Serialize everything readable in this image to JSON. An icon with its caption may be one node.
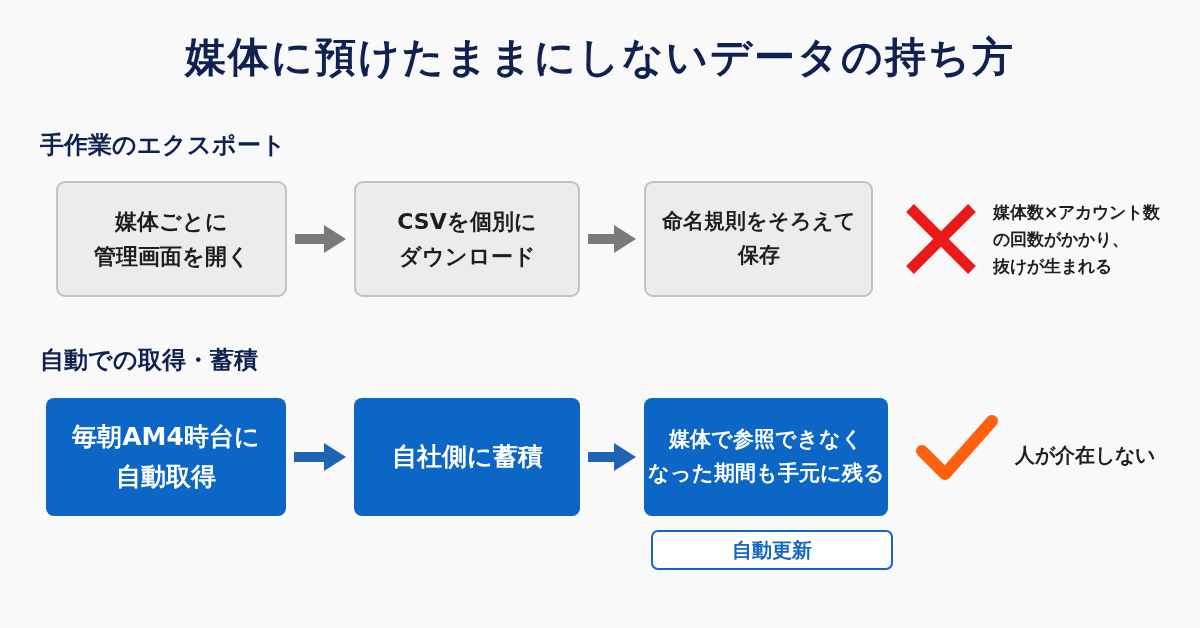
{
  "diagram": {
    "title": "媒体に預けたままにしないデータの持ち方",
    "nodes": [
      {
        "text": [
          "媒体ごとに管理画面を開く"
        ]
      },
      {
        "text": [
          "CSVを個別にダウンロード"
        ]
      },
      {
        "text": [
          "命名規則をそろえて保存"
        ]
      },
      {
        "text": [
          "毎朝AM4時台に自動取得"
        ]
      },
      {
        "text": [
          "自社側に蓄積"
        ]
      },
      {
        "text": [
          "媒体で参照できなくなった期間も手元に残る"
        ]
      },
      {
        "text": [
          "自動更新"
        ]
      }
    ],
    "edges": [
      {
        "from": 0,
        "to": 1,
        "arrow": "to",
        "color": "#7a7a7a"
      },
      {
        "from": 1,
        "to": 2,
        "arrow": "to",
        "color": "#7a7a7a"
      },
      {
        "from": 3,
        "to": 4,
        "arrow": "to",
        "color": "#1f63b5"
      },
      {
        "from": 4,
        "to": 5,
        "arrow": "to",
        "color": "#1f63b5"
      }
    ],
    "labels": [
      "手作業のエクスポート",
      "媒体数×アカウント数の回数がかかり、抜けが生まれる",
      "自動での取得・蓄積",
      "人が介在しない"
    ]
  }
}
